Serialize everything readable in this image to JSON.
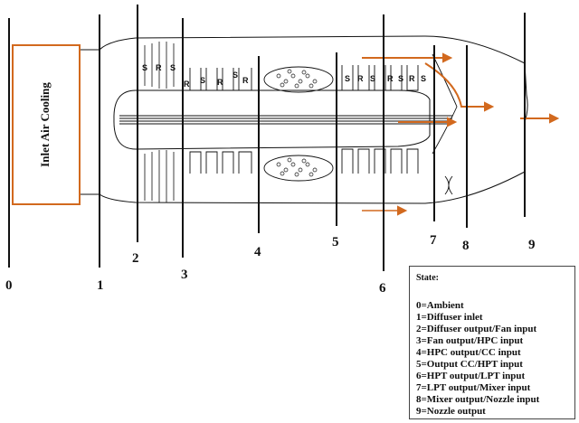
{
  "inlet_label": "Inlet Air Cooling",
  "stations": [
    "0",
    "1",
    "2",
    "3",
    "4",
    "5",
    "6",
    "7",
    "8",
    "9"
  ],
  "blade_labels": [
    "S",
    "R",
    "S",
    "R",
    "S",
    "R",
    "S",
    "R",
    "S",
    "R",
    "S",
    "R",
    "S",
    "R",
    "S"
  ],
  "legend": {
    "title": "State:",
    "items": [
      "0=Ambient",
      "1=Diffuser inlet",
      "2=Diffuser output/Fan input",
      "3=Fan output/HPC input",
      "4=HPC output/CC input",
      "5=Output CC/HPT input",
      "6=HPT output/LPT input",
      "7=LPT output/Mixer input",
      "8=Mixer output/Nozzle input",
      "9=Nozzle output"
    ]
  },
  "colors": {
    "accent": "#d2691e",
    "line": "#111111"
  }
}
